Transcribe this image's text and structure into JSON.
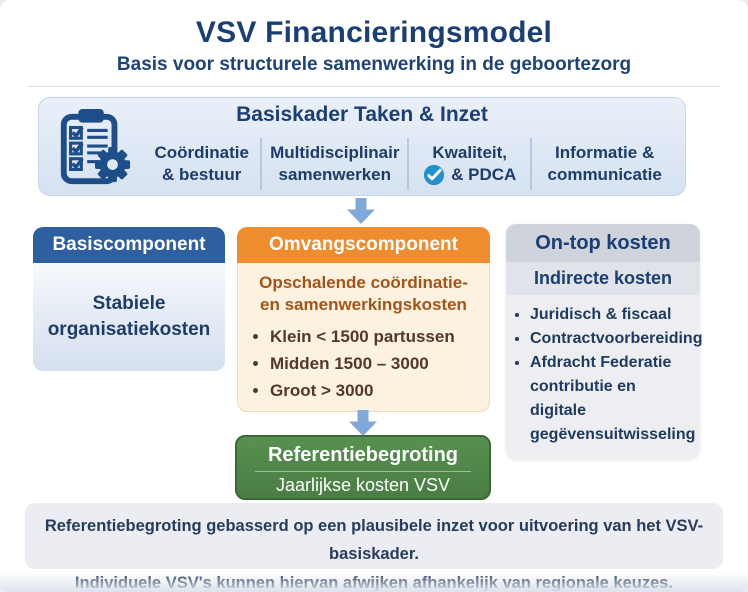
{
  "header": {
    "title": "VSV Financieringsmodel",
    "subtitle": "Basis voor structurele samenwerking in de geboortezorg"
  },
  "basiskader": {
    "title": "Basiskader Taken & Inzet",
    "icon": "clipboard-checklist-gear",
    "items": [
      {
        "line1": "Coördinatie",
        "line2": "& bestuur"
      },
      {
        "line1": "Multidisciplinair",
        "line2": "samenwerken"
      },
      {
        "line1": "Kwaliteit,",
        "line2": "& PDCA",
        "icon": "check-circle"
      },
      {
        "line1": "Informatie &",
        "line2": "communicatie"
      }
    ]
  },
  "columns": {
    "basis": {
      "header": "Basiscomponent",
      "body": "Stabiele organisatiekosten"
    },
    "omvang": {
      "header": "Omvangscomponent",
      "intro": "Opschalende coördinatie- en samenwerkingskosten",
      "bullets": [
        "Klein < 1500 partussen",
        "Midden 1500 – 3000",
        "Groot  > 3000"
      ]
    },
    "ontop": {
      "header": "On-top kosten",
      "subheader": "Indirecte kosten",
      "bullets": [
        "Juridisch & fiscaal",
        "Contractvoorbereiding",
        "Afdracht Federatie contributie en digitale gegëvensuitwisseling"
      ]
    }
  },
  "result": {
    "title": "Referentiebegroting",
    "subtitle": "Jaarlijkse kosten VSV"
  },
  "footnote": {
    "line1": "Referentiebegroting gebasserd op een plausibele inzet voor uitvoering van het VSV-basiskader.",
    "line2": "Individuele VSV's kunnen hiervan afwijken afhankelijk van regionale keuzes."
  },
  "icons": {
    "down_arrow": "down-arrow",
    "clipboard": "clipboard-checklist-gear",
    "check": "check-circle"
  },
  "colors": {
    "navy_text": "#1b3e75",
    "blue_header": "#2d5fa1",
    "orange_header": "#ef8c2d",
    "orange_text": "#a3541a",
    "brown_text": "#54382a",
    "gray_header": "#ced3dc",
    "green_box": "#4f8749",
    "arrow_blue": "#7fa9d8",
    "check_blue": "#2191cd",
    "panel_blue_bg": "#dde7f4",
    "cream_bg": "#fdf2df",
    "footnote_bg": "#ebedf3"
  }
}
